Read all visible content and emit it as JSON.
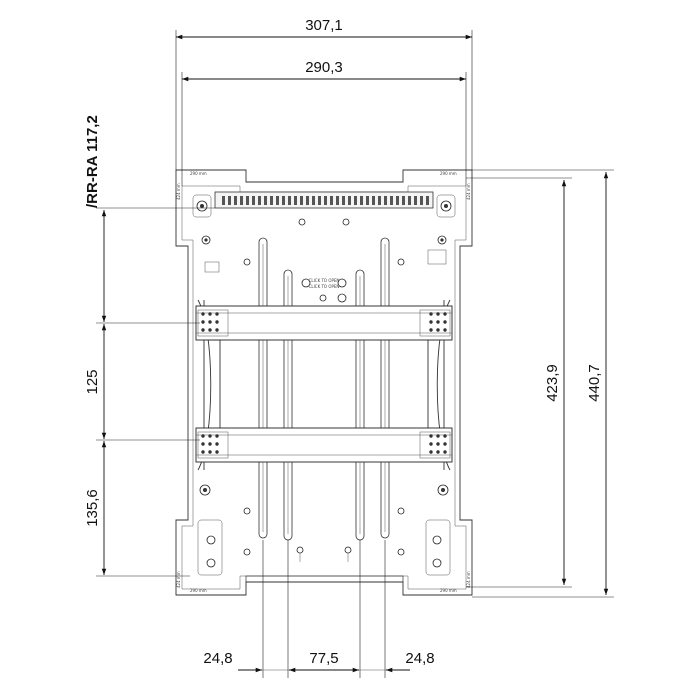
{
  "dimensions": {
    "overall_width": "307,1",
    "inner_width": "290,3",
    "model_label": "/RR-RA 117,2",
    "rail_spacing": "125",
    "bottom_rail_offset": "135,6",
    "inner_height": "423,9",
    "overall_height": "440,7",
    "slot_offset_left": "24,8",
    "slot_spacing": "77,5",
    "slot_offset_right": "24,8"
  },
  "corner_labels": {
    "top_left": "290 mm",
    "top_right": "290 mm",
    "bottom_left": "290 mm",
    "bottom_right": "290 mm",
    "side_top_left": "424 mm",
    "side_top_right": "424 mm",
    "side_bottom_left": "424 mm",
    "side_bottom_right": "424 mm"
  },
  "center_labels": {
    "line1": "CLICK TO OPEN",
    "line2": "CLICK TO OPEN"
  }
}
